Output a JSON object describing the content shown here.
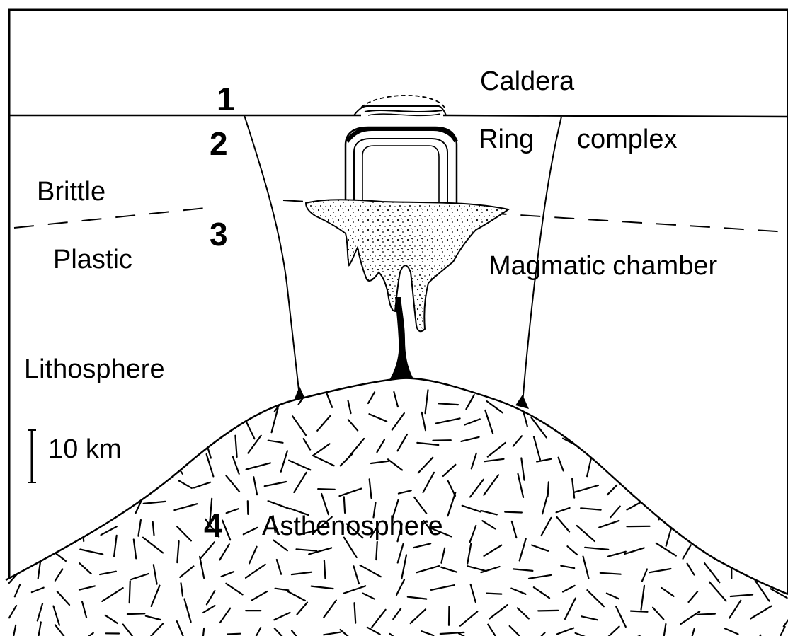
{
  "labels": {
    "caldera": "Caldera",
    "ring_complex_1": "Ring",
    "ring_complex_2": "complex",
    "brittle": "Brittle",
    "plastic": "Plastic",
    "magmatic_chamber": "Magmatic chamber",
    "lithosphere": "Lithosphere",
    "asthenosphere": "Asthenosphere",
    "scale": "10 km"
  },
  "stage_numbers": [
    "1",
    "2",
    "3",
    "4"
  ]
}
